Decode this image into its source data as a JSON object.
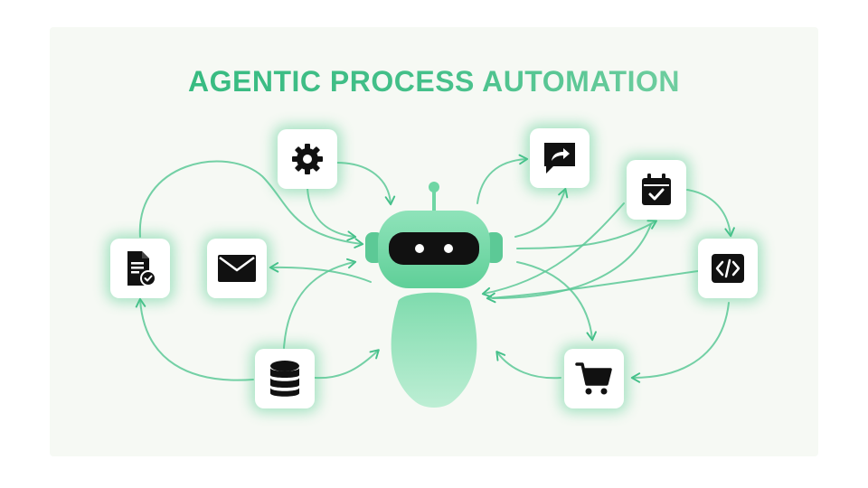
{
  "title": "AGENTIC PROCESS AUTOMATION",
  "colors": {
    "accent": "#3fbf85",
    "robot_body": "#6fd6a4",
    "robot_visor": "#111111",
    "icon_ink": "#111111",
    "tile_glow": "#4cc98c"
  },
  "nodes": [
    {
      "id": "settings",
      "icon": "gear-icon"
    },
    {
      "id": "document",
      "icon": "document-check-icon"
    },
    {
      "id": "email",
      "icon": "envelope-icon"
    },
    {
      "id": "database",
      "icon": "database-icon"
    },
    {
      "id": "share",
      "icon": "share-message-icon"
    },
    {
      "id": "calendar",
      "icon": "calendar-check-icon"
    },
    {
      "id": "code",
      "icon": "code-icon"
    },
    {
      "id": "cart",
      "icon": "shopping-cart-icon"
    }
  ],
  "center": {
    "icon": "robot-icon"
  }
}
